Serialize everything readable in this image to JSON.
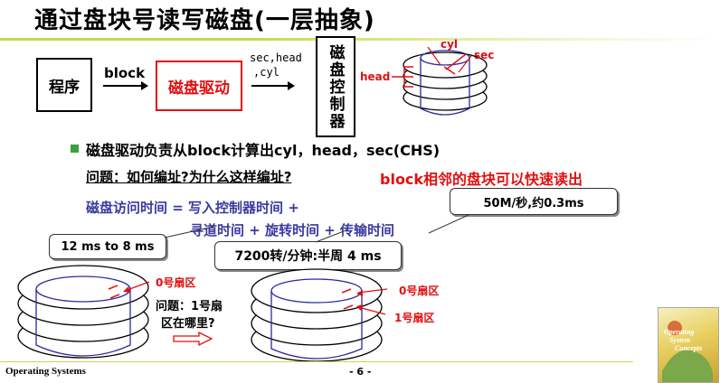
{
  "title": "通过盘块号读写磁盘(一层抽象)",
  "flow": {
    "program": "程序",
    "block_label": "block",
    "driver": "磁盘驱动",
    "params_line1": "sec,head",
    "params_line2": ",cyl",
    "controller": "磁盘控制器"
  },
  "disk_top_labels": {
    "cyl": "cyl",
    "sec": "sec",
    "head": "head"
  },
  "bullet": "磁盘驱动负责从block计算出cyl，head，sec(CHS)",
  "question": "问题：如何编址?为什么这样编址?",
  "answer": "block相邻的盘块可以快速读出",
  "access_time_line1": "磁盘访问时间 =  写入控制器时间 +",
  "access_time_line2": "寻道时间 + 旋转时间 + 传输时间",
  "callouts": {
    "transfer": "50M/秒,约0.3ms",
    "seek": "12 ms to 8 ms",
    "rotate": "7200转/分钟:半周 4 ms"
  },
  "left_disk": {
    "sector0": "0号扇区",
    "question_line1": "问题：1号扇",
    "question_line2": "区在哪里?"
  },
  "right_disk": {
    "sector0": "0号扇区",
    "sector1": "1号扇区"
  },
  "footer": {
    "course": "Operating Systems",
    "page": "- 6 -"
  },
  "book_cover": {
    "line1": "Operating",
    "line2": "System",
    "line3": "Concepts"
  },
  "colors": {
    "accent_red": "#e01010",
    "text_blue": "#3a3aa0",
    "rule_green": "#c8d84a",
    "bullet_green": "#3aa03a"
  }
}
